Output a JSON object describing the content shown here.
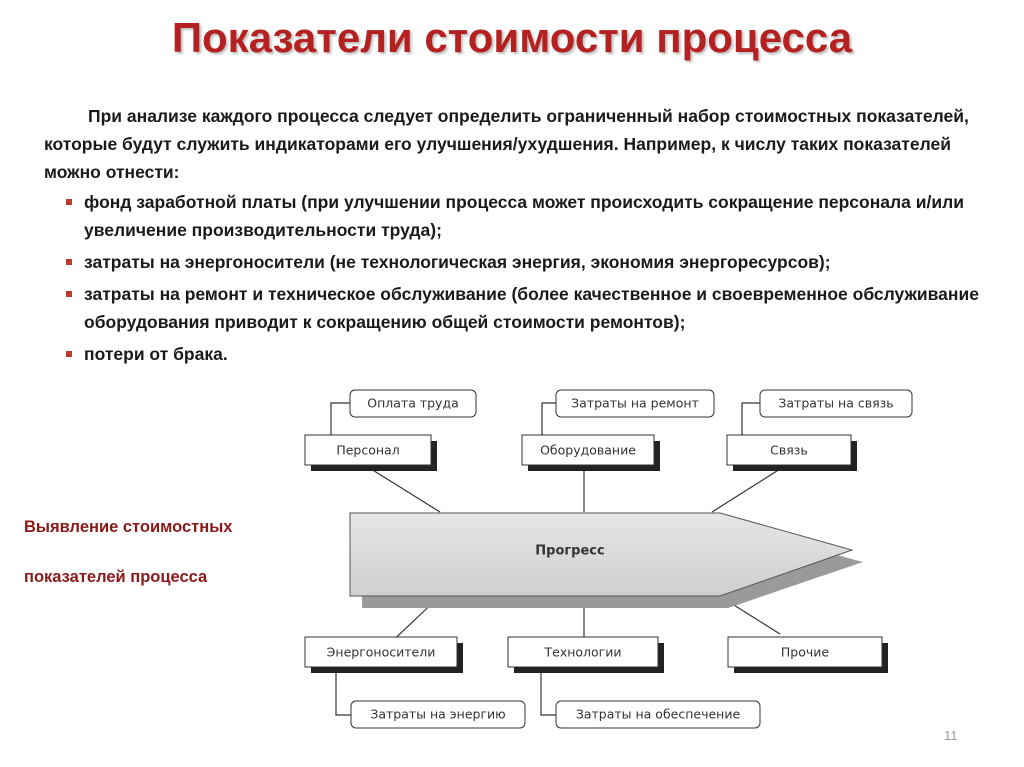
{
  "title": "Показатели стоимости процесса",
  "intro": "При анализе каждого процесса следует определить ограниченный набор стоимостных показателей, которые будут служить индикаторами его улучшения/ухудшения. Например, к числу таких показателей можно отнести:",
  "bullets": [
    "фонд заработной платы (при улучшении процесса может происходить сокращение персонала и/или увеличение производительности труда);",
    "затраты на энергоносители (не технологическая энергия, экономия энергоресурсов);",
    "затраты на ремонт и техническое обслуживание (более качественное и своевременное обслуживание оборудования приводит к сокращению общей стоимости ремонтов);",
    "потери от брака."
  ],
  "side_label": {
    "line1": "Выявление стоимостных",
    "line2": "показателей процесса"
  },
  "diagram": {
    "center": "Прогресс",
    "top_categories": [
      "Персонал",
      "Оборудование",
      "Связь"
    ],
    "top_details": [
      "Оплата труда",
      "Затраты на ремонт",
      "Затраты на связь"
    ],
    "bottom_categories": [
      "Энергоносители",
      "Технологии",
      "Прочие"
    ],
    "bottom_details": [
      "Затраты на энергию",
      "Затраты на обеспечение"
    ]
  },
  "page_number": "11",
  "colors": {
    "title": "#b52121",
    "bullet": "#c0392b",
    "side_label": "#8a1a1a",
    "arrow_fill": "#d9d9d9"
  }
}
